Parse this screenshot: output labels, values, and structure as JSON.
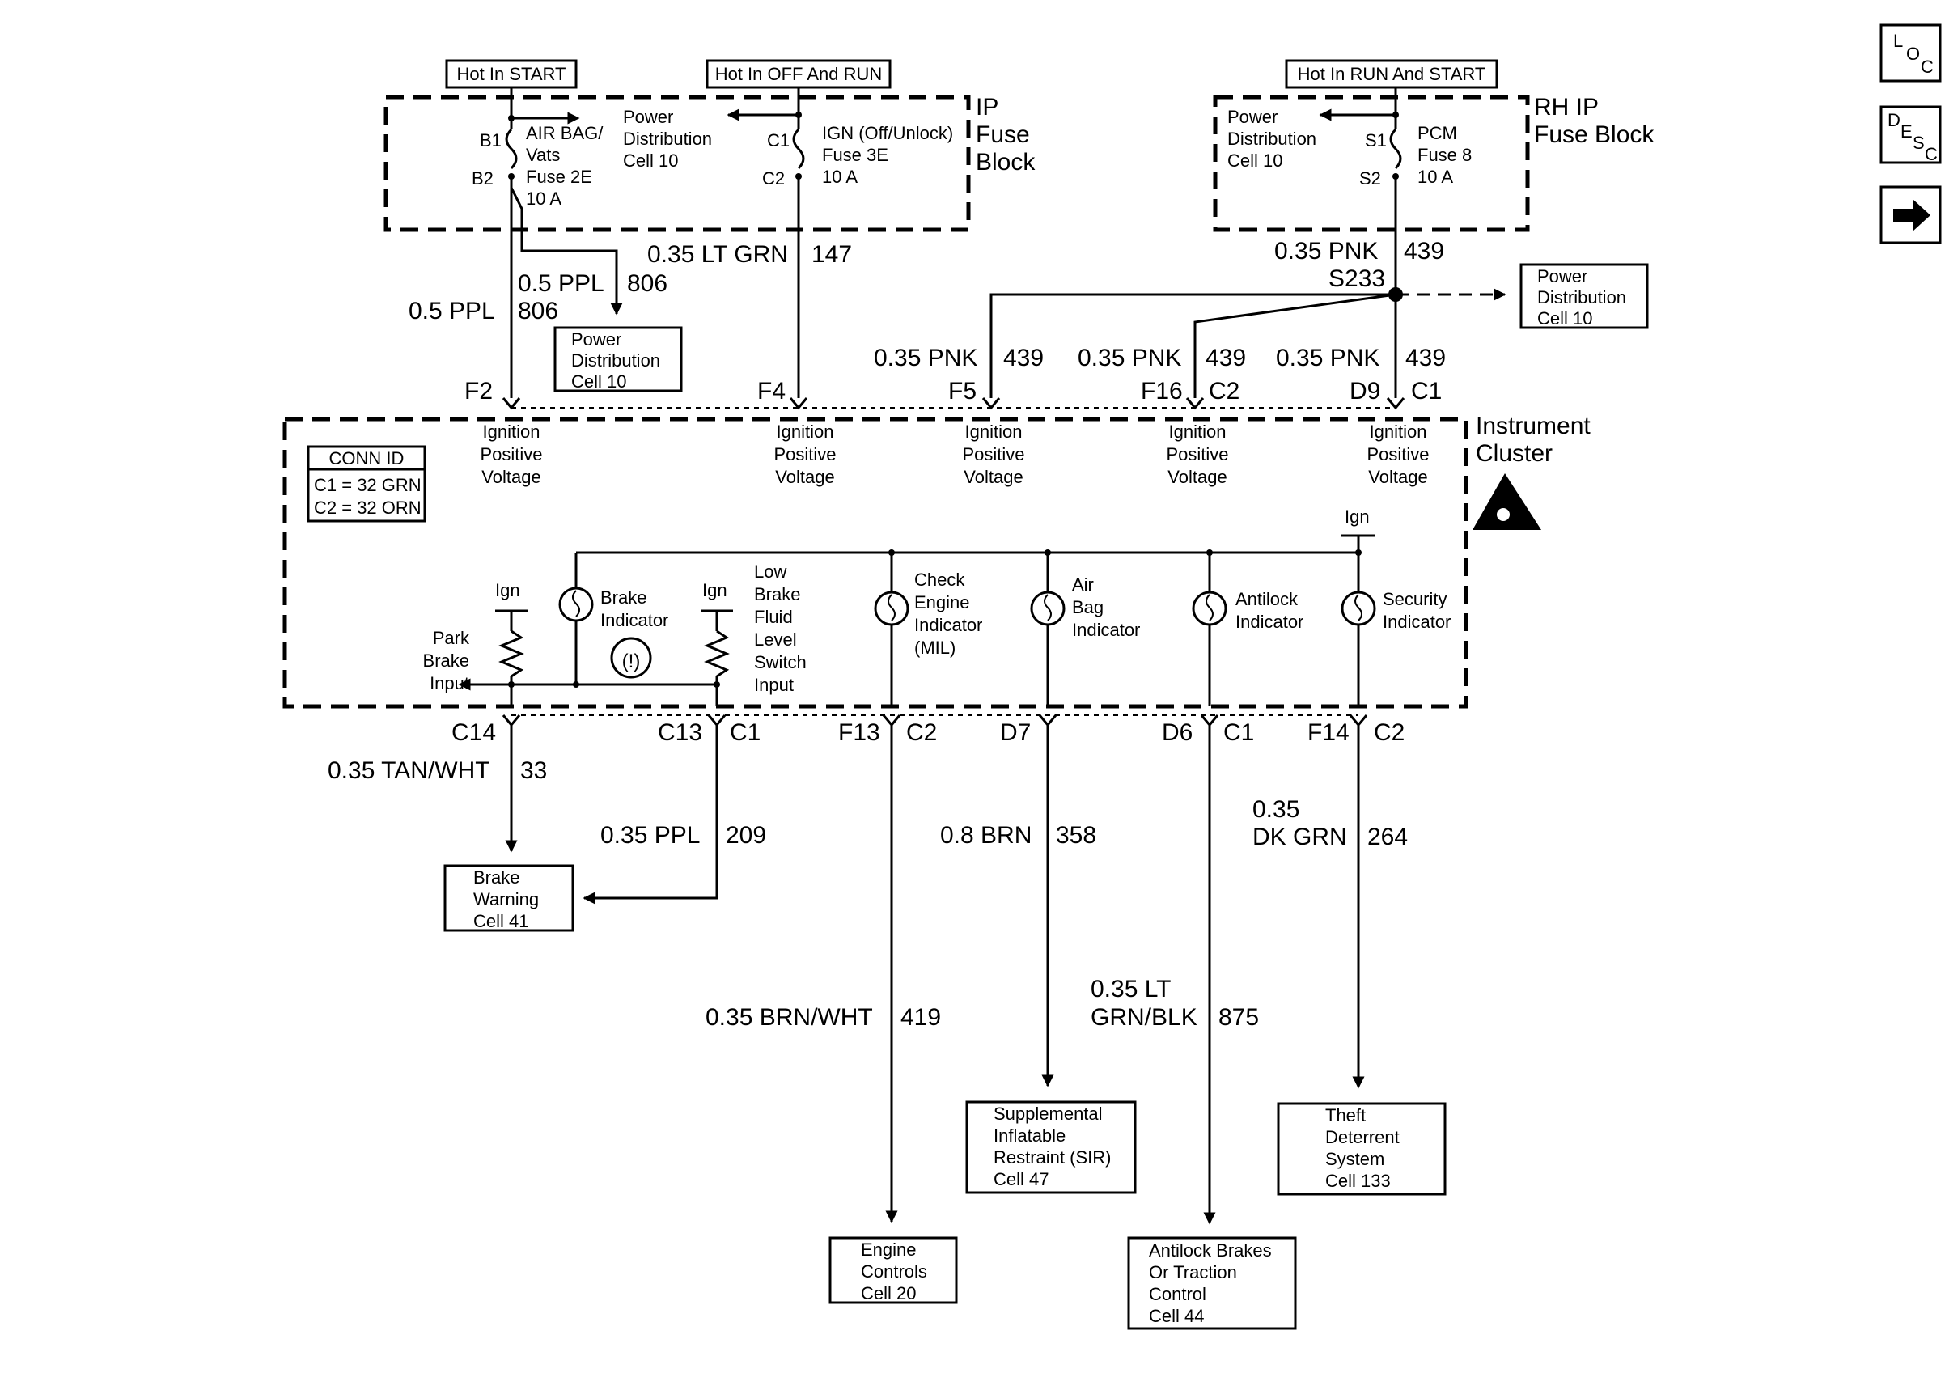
{
  "hot_labels": {
    "start": "Hot In START",
    "off_run": "Hot In OFF And RUN",
    "run_start": "Hot In RUN And START"
  },
  "ip_fuse_block": {
    "title_1": "IP",
    "title_2": "Fuse",
    "title_3": "Block",
    "pin_b1": "B1",
    "pin_b2": "B2",
    "fuse_2e": [
      "AIR BAG/",
      "Vats",
      "Fuse 2E",
      "10 A"
    ],
    "pd_cell_left": [
      "Power",
      "Distribution",
      "Cell 10"
    ],
    "pin_c1": "C1",
    "pin_c2": "C2",
    "fuse_3e": [
      "IGN (Off/Unlock)",
      "Fuse 3E",
      "10 A"
    ]
  },
  "rh_ip_fuse_block": {
    "title_1": "RH IP",
    "title_2": "Fuse Block",
    "pd_cell": [
      "Power",
      "Distribution",
      "Cell 10"
    ],
    "pin_s1": "S1",
    "pin_s2": "S2",
    "fuse_8": [
      "PCM",
      "Fuse 8",
      "10 A"
    ]
  },
  "upper_wires": {
    "w147": "0.35 LT GRN",
    "c147": "147",
    "w806a": "0.5 PPL",
    "c806a": "806",
    "w806b": "0.5 PPL",
    "c806b": "806",
    "w439_top": "0.35 PNK",
    "c439_top": "439",
    "splice": "S233",
    "w439_f5": "0.35 PNK",
    "c439_f5": "439",
    "w439_f16": "0.35 PNK",
    "c439_f16": "439",
    "w439_d9": "0.35 PNK",
    "c439_d9": "439"
  },
  "ref_boxes": {
    "pd_cell_806": [
      "Power",
      "Distribution",
      "Cell 10"
    ],
    "pd_cell_s233": [
      "Power",
      "Distribution",
      "Cell 10"
    ]
  },
  "top_pins": {
    "f2": "F2",
    "f4": "F4",
    "f5": "F5",
    "f16": "F16",
    "c2": "C2",
    "d9": "D9",
    "c1": "C1"
  },
  "instrument_cluster": {
    "title_1": "Instrument",
    "title_2": "Cluster",
    "ign_positive": [
      "Ignition",
      "Positive",
      "Voltage"
    ],
    "conn_id": {
      "header": "CONN ID",
      "line_1": "C1 = 32 GRN",
      "line_2": "C2 = 32 ORN"
    },
    "ign": "Ign",
    "park_brake": [
      "Park",
      "Brake",
      "Input"
    ],
    "brake_indicator": [
      "Brake",
      "Indicator"
    ],
    "brake_symbol": "(!)",
    "low_brake_fluid": [
      "Low",
      "Brake",
      "Fluid",
      "Level",
      "Switch",
      "Input"
    ],
    "check_engine": [
      "Check",
      "Engine",
      "Indicator",
      "(MIL)"
    ],
    "air_bag": [
      "Air",
      "Bag",
      "Indicator"
    ],
    "antilock": [
      "Antilock",
      "Indicator"
    ],
    "security": [
      "Security",
      "Indicator"
    ]
  },
  "bottom_pins": {
    "c14": "C14",
    "c13": "C13",
    "c1a": "C1",
    "f13": "F13",
    "c2a": "C2",
    "d7": "D7",
    "d6": "D6",
    "c1b": "C1",
    "f14": "F14",
    "c2b": "C2"
  },
  "lower_wires": {
    "w33": "0.35 TAN/WHT",
    "c33": "33",
    "w209": "0.35 PPL",
    "c209": "209",
    "w358": "0.8 BRN",
    "c358": "358",
    "w264a": "0.35",
    "w264b": "DK GRN",
    "c264": "264",
    "w419": "0.35 BRN/WHT",
    "c419": "419",
    "w875a": "0.35 LT",
    "w875b": "GRN/BLK",
    "c875": "875"
  },
  "destinations": {
    "brake_warning": [
      "Brake",
      "Warning",
      "Cell 41"
    ],
    "sir": [
      "Supplemental",
      "Inflatable",
      "Restraint (SIR)",
      "Cell 47"
    ],
    "theft": [
      "Theft",
      "Deterrent",
      "System",
      "Cell 133"
    ],
    "engine": [
      "Engine",
      "Controls",
      "Cell 20"
    ],
    "abs": [
      "Antilock Brakes",
      "Or Traction",
      "Control",
      "Cell 44"
    ]
  },
  "nav": {
    "loc": [
      "L",
      "O",
      "C"
    ],
    "desc": [
      "D",
      "E",
      "S",
      "C"
    ]
  }
}
